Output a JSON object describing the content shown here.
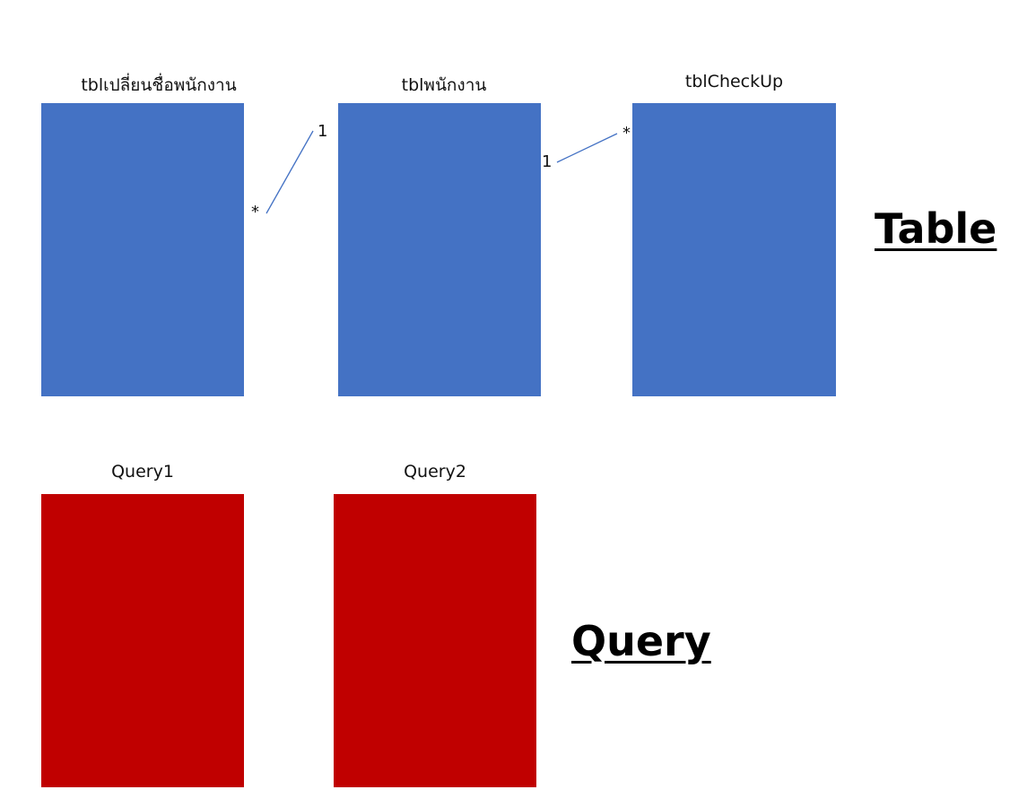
{
  "colors": {
    "table": "#4472c4",
    "query": "#c00000",
    "link": "#4472c4"
  },
  "tables": [
    {
      "id": "t1",
      "label": "tblเปลี่ยนชื่อพนักงาน"
    },
    {
      "id": "t2",
      "label": "tblพนักงาน"
    },
    {
      "id": "t3",
      "label": "tblCheckUp"
    }
  ],
  "queries": [
    {
      "id": "q1",
      "label": "Query1"
    },
    {
      "id": "q2",
      "label": "Query2"
    }
  ],
  "relationships": [
    {
      "from": "t1",
      "to": "t2",
      "from_card": "*",
      "to_card": "1"
    },
    {
      "from": "t2",
      "to": "t3",
      "from_card": "1",
      "to_card": "*"
    }
  ],
  "headings": {
    "table": "Table",
    "query": "Query"
  }
}
